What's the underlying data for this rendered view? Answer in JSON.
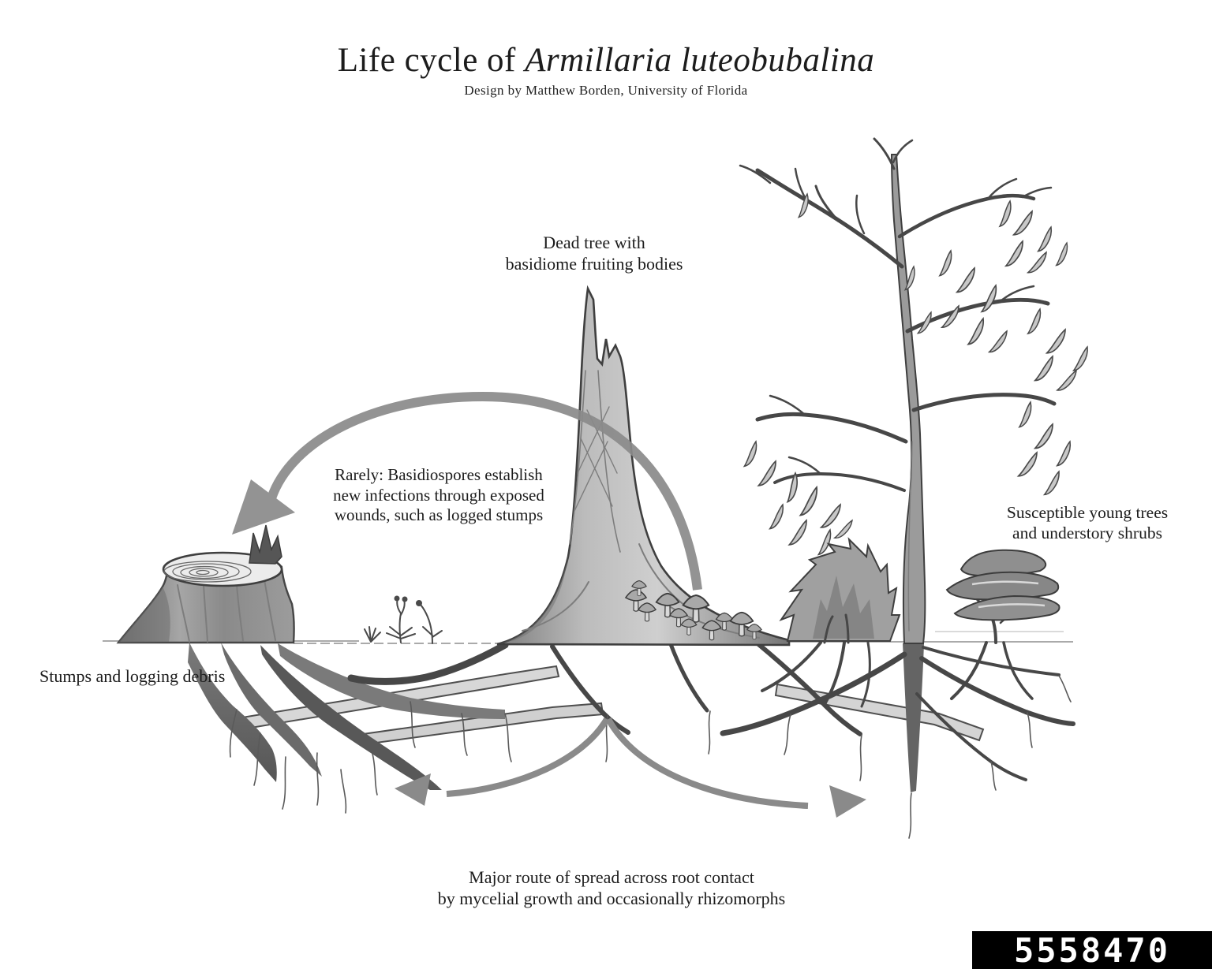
{
  "title": {
    "prefix": "Life cycle of ",
    "species": "Armillaria luteobubalina"
  },
  "subtitle": "Design by Matthew Borden, University of Florida",
  "labels": {
    "dead_tree": "Dead tree with\nbasidiome fruiting bodies",
    "basidiospores": "Rarely: Basidiospores establish\nnew infections through exposed\nwounds, such as logged stumps",
    "susceptible": "Susceptible young trees\nand understory shrubs",
    "stumps": "Stumps and logging debris",
    "major_route": "Major route of spread across root contact\nby mycelial growth and occasionally rhizomorphs"
  },
  "badge": {
    "number": "5558470"
  },
  "colors": {
    "background": "#ffffff",
    "ink": "#1c1c1c",
    "arrow_gray": "#8a8a8a",
    "badge_bg": "#000000",
    "badge_text": "#ffffff"
  }
}
